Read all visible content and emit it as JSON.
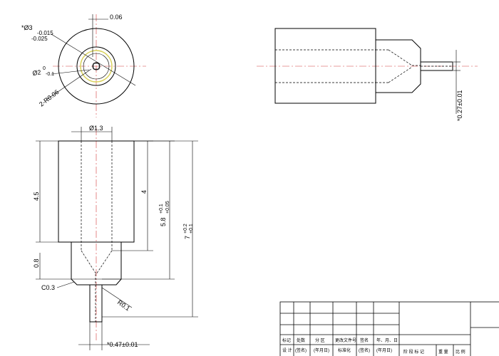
{
  "top_view": {
    "dim_top_offset": "0.06",
    "dim_outer_dia": "*Ø3",
    "dim_outer_tol_upper": "-0.015",
    "dim_outer_tol_lower": "-0.025",
    "dim_inner_dia": "Ø2",
    "dim_inner_tol_upper": "0",
    "dim_inner_tol_lower": "-0.1",
    "dim_radius": "2-R0.06"
  },
  "front_view": {
    "dim_bore": "Ø1.3",
    "dim_body_height": "4.5",
    "dim_bore_depth": "4",
    "dim_depth2": "5.8",
    "dim_depth2_tol_upper": "+0.1",
    "dim_depth2_tol_lower": "+0.05",
    "dim_total": "7",
    "dim_total_tol_upper": "+0.2",
    "dim_total_tol_lower": "+0.1",
    "dim_shoulder": "0.8",
    "dim_chamfer": "C0.3",
    "dim_tip_radius": "R0.1",
    "dim_pin_dia": "*0.47±0.01"
  },
  "side_view": {
    "dim_pin_dia": "*0.27±0.01"
  },
  "title_block": {
    "row_labels_1": [
      "标记",
      "处数",
      "分 区",
      "更改文件号",
      "签名",
      "年、月、日"
    ],
    "row_labels_2": [
      "设 计",
      "(签名)",
      "(年月日)",
      "标准化",
      "(签名)",
      "(年月日)"
    ],
    "stage_labels": [
      "阶 段 标 记",
      "重 量",
      "比 例"
    ]
  }
}
